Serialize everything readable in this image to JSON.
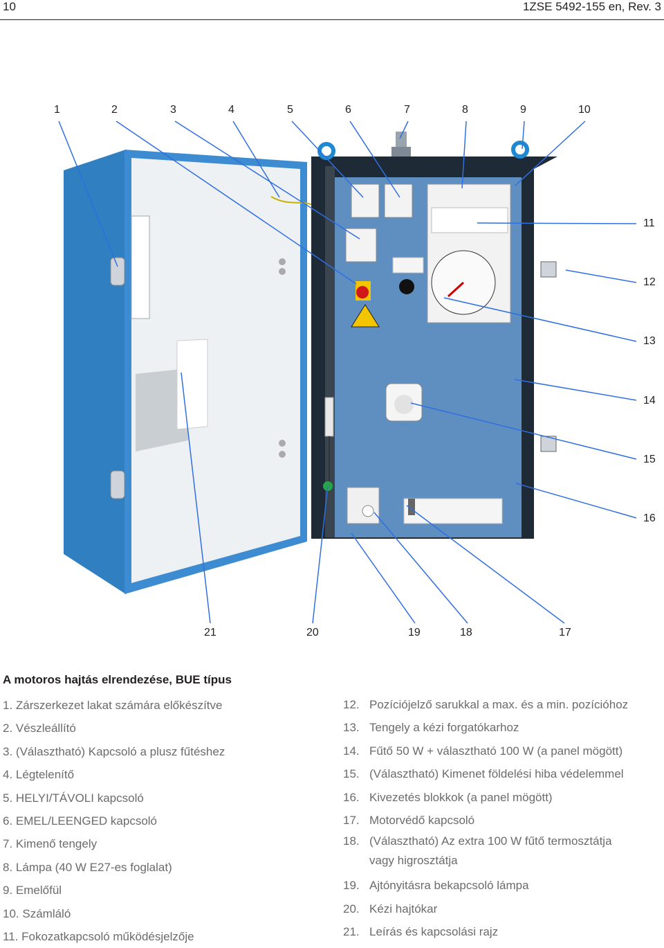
{
  "header": {
    "page_number": "10",
    "document_ref": "1ZSE 5492-155 en, Rev. 3"
  },
  "figure": {
    "callouts_top": [
      "1",
      "2",
      "3",
      "4",
      "5",
      "6",
      "7",
      "8",
      "9",
      "10"
    ],
    "callouts_right": [
      "11",
      "12",
      "13",
      "14",
      "15",
      "16"
    ],
    "callouts_bottom": [
      "21",
      "20",
      "19",
      "18",
      "17"
    ],
    "panel_colors": {
      "cabinet_blue": "#2f7fc1",
      "panel_blue": "#5f8fc0",
      "door_interior": "#f1f3f5"
    }
  },
  "caption": "A motoros hajtás elrendezése, BUE típus",
  "legend_left": [
    {
      "num": "1.",
      "text": "Zárszerkezet lakat számára előkészítve"
    },
    {
      "num": "2.",
      "text": "Vészleállító"
    },
    {
      "num": "3.",
      "text": "(Választható) Kapcsoló a plusz fűtéshez"
    },
    {
      "num": "4.",
      "text": "Légtelenítő"
    },
    {
      "num": "5.",
      "text": "HELYI/TÁVOLI kapcsoló"
    },
    {
      "num": "6.",
      "text": "EMEL/LEENGED kapcsoló"
    },
    {
      "num": "7.",
      "text": "Kimenő tengely"
    },
    {
      "num": "8.",
      "text": "Lámpa (40 W E27-es foglalat)"
    },
    {
      "num": "9.",
      "text": "Emelőfül"
    },
    {
      "num": "10.",
      "text": "Számláló"
    },
    {
      "num": "11.",
      "text": "Fokozatkapcsoló működésjelzője"
    }
  ],
  "legend_right": [
    {
      "num": "12.",
      "text": "Pozíciójelző sarukkal a max. és a min. pozícióhoz"
    },
    {
      "num": "13.",
      "text": "Tengely a kézi forgatókarhoz"
    },
    {
      "num": "14.",
      "text": "Fűtő 50 W + választható 100 W (a panel mögött)"
    },
    {
      "num": "15.",
      "text": "(Választható) Kimenet földelési hiba védelemmel"
    },
    {
      "num": "16.",
      "text": "Kivezetés blokkok (a panel mögött)"
    },
    {
      "num": "17.",
      "text": "Motorvédő kapcsoló"
    },
    {
      "num": "18.",
      "text": "(Választható) Az extra 100 W fűtő termosztátja",
      "cont": "vagy higrosztátja"
    },
    {
      "num": "19.",
      "text": "Ajtónyitásra bekapcsoló lámpa"
    },
    {
      "num": "20.",
      "text": "Kézi hajtókar"
    },
    {
      "num": "21.",
      "text": "Leírás és kapcsolási rajz"
    }
  ]
}
